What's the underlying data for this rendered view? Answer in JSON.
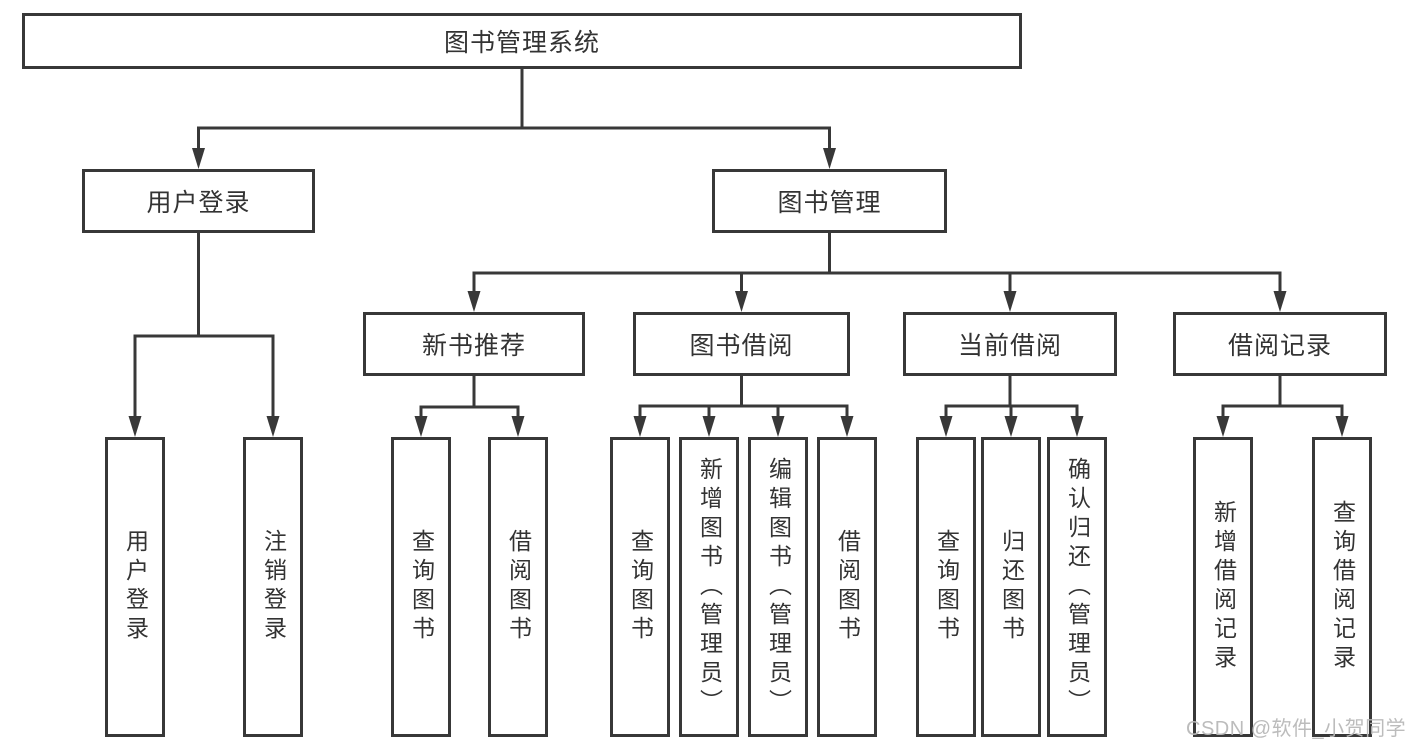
{
  "diagram": {
    "title": {
      "label": "图书管理系统"
    },
    "level2": {
      "user_login": {
        "label": "用户登录"
      },
      "book_manage": {
        "label": "图书管理"
      }
    },
    "level3": {
      "new_book_rec": {
        "label": "新书推荐"
      },
      "book_borrow": {
        "label": "图书借阅"
      },
      "current_borrow": {
        "label": "当前借阅"
      },
      "borrow_records": {
        "label": "借阅记录"
      }
    },
    "leaves": {
      "user_login": {
        "label": "用户登录"
      },
      "logout": {
        "label": "注销登录"
      },
      "rec_query_books": {
        "label": "查询图书"
      },
      "rec_borrow_books": {
        "label": "借阅图书"
      },
      "bb_query_books": {
        "label": "查询图书"
      },
      "bb_add_books": {
        "label": "新增图书（管理员）"
      },
      "bb_edit_books": {
        "label": "编辑图书（管理员）"
      },
      "bb_borrow_books": {
        "label": "借阅图书"
      },
      "cb_query_books": {
        "label": "查询图书"
      },
      "cb_return_books": {
        "label": "归还图书"
      },
      "cb_confirm_return": {
        "label": "确认归还（管理员）"
      },
      "br_add_record": {
        "label": "新增借阅记录"
      },
      "br_query_record": {
        "label": "查询借阅记录"
      }
    }
  },
  "watermark": {
    "text": "CSDN @软件_小贺同学"
  },
  "colors": {
    "line": "#383838",
    "text": "#333333",
    "watermark": "#b8b8b8",
    "background": "#ffffff"
  }
}
